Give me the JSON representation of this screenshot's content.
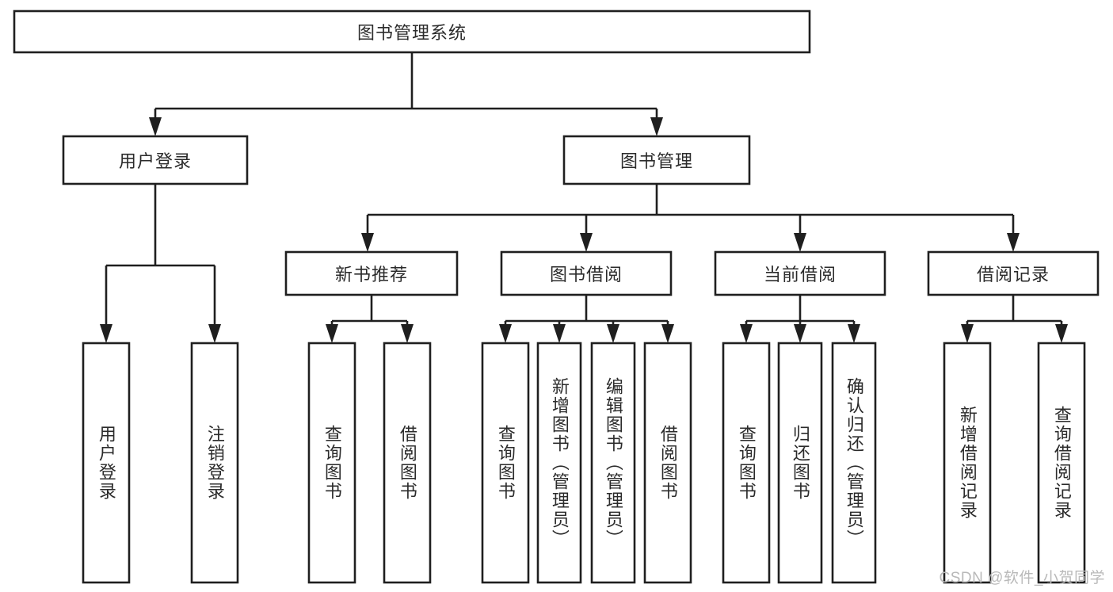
{
  "diagram": {
    "type": "tree-hierarchy",
    "title": "图书管理系统",
    "watermark": "CSDN @软件_小贺同学",
    "colors": {
      "stroke": "#1f1f1f",
      "fill": "#ffffff",
      "text": "#2b2b2b",
      "watermark": "#b9b9b9",
      "background": "#ffffff"
    },
    "levels": {
      "root": {
        "label": "图书管理系统"
      },
      "level2": [
        {
          "label": "用户登录"
        },
        {
          "label": "图书管理"
        }
      ],
      "level3": [
        {
          "label": "新书推荐"
        },
        {
          "label": "图书借阅"
        },
        {
          "label": "当前借阅"
        },
        {
          "label": "借阅记录"
        }
      ],
      "leaves": [
        {
          "label": "用户登录",
          "parent": "用户登录"
        },
        {
          "label": "注销登录",
          "parent": "用户登录"
        },
        {
          "label": "查询图书",
          "parent": "新书推荐"
        },
        {
          "label": "借阅图书",
          "parent": "新书推荐"
        },
        {
          "label": "查询图书",
          "parent": "图书借阅"
        },
        {
          "label": "新增图书（管理员）",
          "parent": "图书借阅"
        },
        {
          "label": "编辑图书（管理员）",
          "parent": "图书借阅"
        },
        {
          "label": "借阅图书",
          "parent": "图书借阅"
        },
        {
          "label": "查询图书",
          "parent": "当前借阅"
        },
        {
          "label": "归还图书",
          "parent": "当前借阅"
        },
        {
          "label": "确认归还（管理员）",
          "parent": "当前借阅"
        },
        {
          "label": "新增借阅记录",
          "parent": "借阅记录"
        },
        {
          "label": "查询借阅记录",
          "parent": "借阅记录"
        }
      ]
    }
  }
}
